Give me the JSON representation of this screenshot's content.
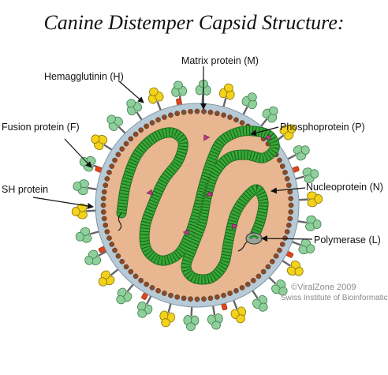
{
  "title": "Canine Distemper Capsid Structure:",
  "labels": {
    "matrix": "Matrix protein (M)",
    "hemagglutinin": "Hemagglutinin (H)",
    "fusion": "Fusion protein (F)",
    "phosphoprotein": "Phosphoprotein  (P)",
    "sh": "SH protein",
    "nucleoprotein": "Nucleoprotein  (N)",
    "polymerase": "Polymerase  (L)"
  },
  "credit": {
    "line1": "©ViralZone 2009",
    "line2": "Swiss Institute of Bioinformatics"
  },
  "colors": {
    "interior": "#e8b690",
    "matrix_beads": "#8b4a26",
    "membrane": "#b7cad6",
    "hemagglutinin": "#8fcf9c",
    "fusion": "#f2d21b",
    "sh": "#e0451a",
    "nucleoprotein": "#36a836",
    "phosphoprotein": "#c0398a",
    "polymerase": "#9aa39a"
  }
}
